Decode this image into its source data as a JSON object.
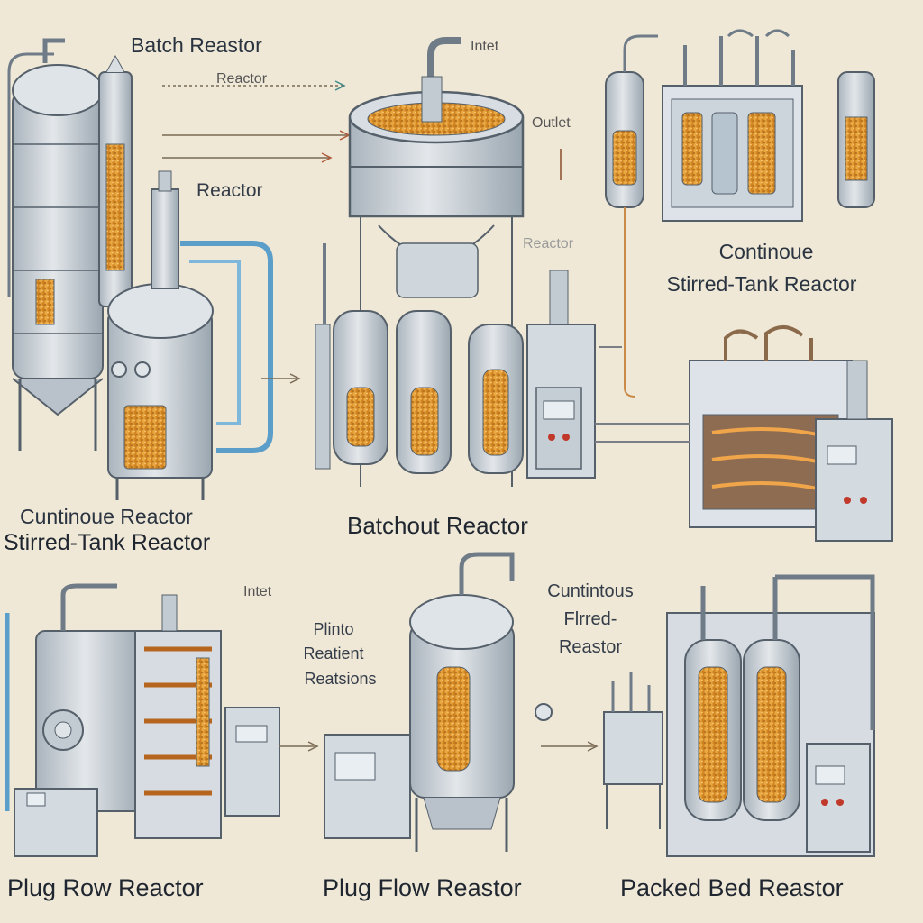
{
  "labels": {
    "batch_reactor_top": "Batch Reastor",
    "reactor_arrow": "Reactor",
    "reactor_left": "Reactor",
    "inlet_top": "Intet",
    "outlet": "Outlet",
    "reactor_faint": "Reactor",
    "cstr_top_line1": "Continoue",
    "cstr_top_line2": "Stirred-Tank Reactor",
    "cstr_left_line1": "Cuntinoue Reactor",
    "cstr_left_line2": "Stirred-Tank Reactor",
    "batchout": "Batchout Reactor",
    "inlet_bottom": "Intet",
    "plinto_line1": "Plinto",
    "plinto_line2": "Reatient",
    "plinto_line3": "Reatsions",
    "cuntinous_line1": "Cuntintous",
    "cuntinous_line2": "Flrred-",
    "cuntinous_line3": "Reastor",
    "plug_row": "Plug Row Reactor",
    "plug_flow": "Plug Flow Reastor",
    "packed_bed": "Packed Bed Reastor"
  },
  "colors": {
    "background": "#efe8d6",
    "steel": "#c9d0d6",
    "steel_dark": "#6f7c88",
    "catalyst": "#e6a23c",
    "pipe_blue": "#5b9ec9",
    "ink": "#2c3440"
  }
}
